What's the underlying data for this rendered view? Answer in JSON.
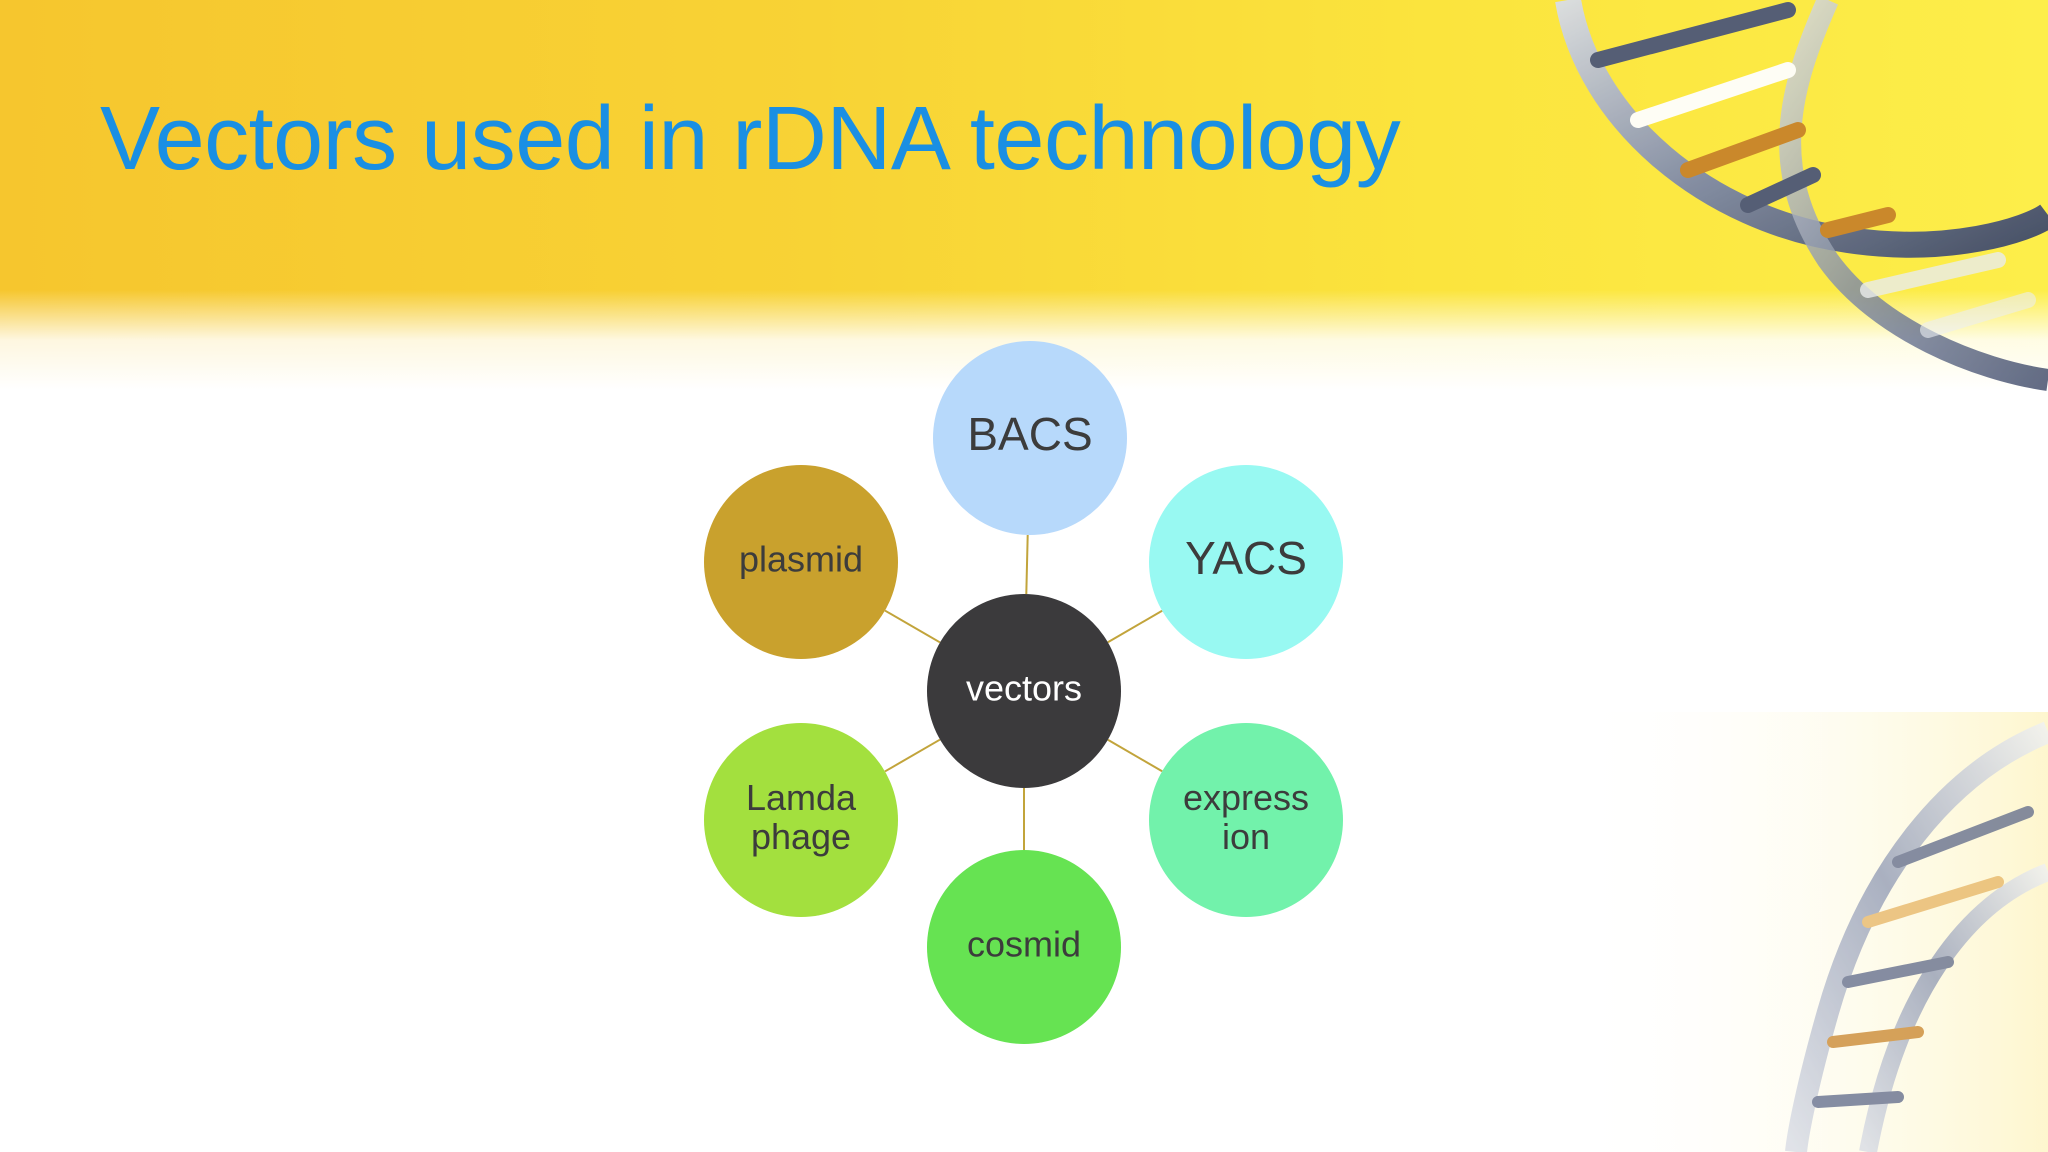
{
  "slide": {
    "title": "Vectors used in rDNA technology"
  },
  "diagram": {
    "center": {
      "label": "vectors",
      "color": "#3b3a3c",
      "text_color": "#ffffff"
    },
    "nodes": [
      {
        "id": "bacs",
        "lines": [
          "BACS"
        ],
        "color": "#b7d9fb"
      },
      {
        "id": "yacs",
        "lines": [
          "YACS"
        ],
        "color": "#98f9f2"
      },
      {
        "id": "expression",
        "lines": [
          "express",
          "ion"
        ],
        "color": "#72f2ab"
      },
      {
        "id": "cosmid",
        "lines": [
          "cosmid"
        ],
        "color": "#66e352"
      },
      {
        "id": "lamda-phage",
        "lines": [
          "Lamda",
          "phage"
        ],
        "color": "#a3e03e"
      },
      {
        "id": "plasmid",
        "lines": [
          "plasmid"
        ],
        "color": "#c9a12d"
      }
    ],
    "connector_color": "#c2a43b",
    "node_text_color": "#3c3c3c"
  },
  "colors": {
    "title": "#1a8fe3",
    "header_gradient_start": "#f6c62e",
    "header_gradient_end": "#fdee4a"
  }
}
